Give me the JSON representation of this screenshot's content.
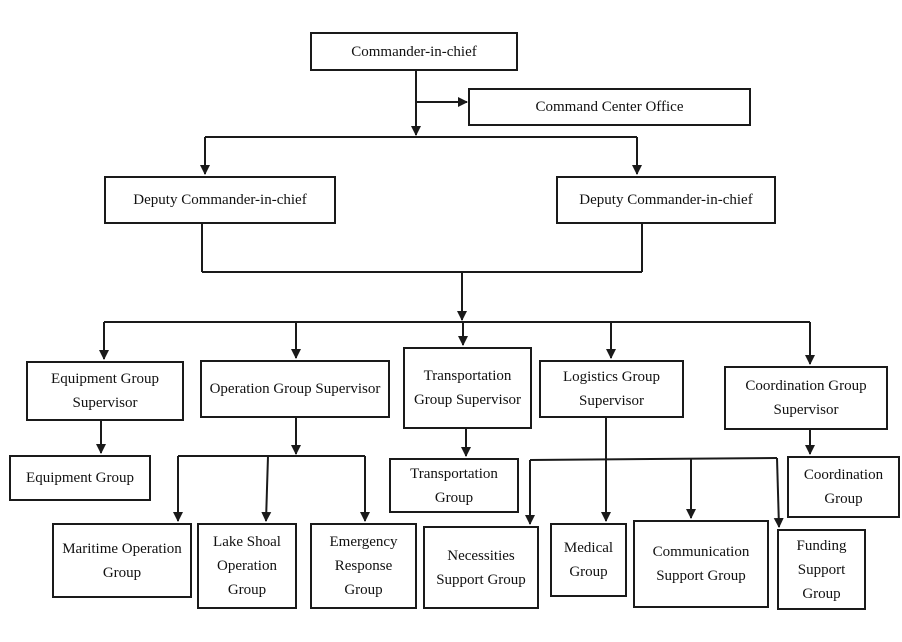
{
  "colors": {
    "line": "#1a1a1a",
    "text": "#111111",
    "background": "#ffffff"
  },
  "nodes": {
    "commander": "Commander-in-chief",
    "command_center": "Command Center Office",
    "deputy_left": "Deputy Commander-in-chief",
    "deputy_right": "Deputy Commander-in-chief",
    "equipment_supervisor": "Equipment Group Supervisor",
    "operation_supervisor": "Operation Group Supervisor",
    "transportation_supervisor": "Transportation Group Supervisor",
    "logistics_supervisor": "Logistics Group Supervisor",
    "coordination_supervisor": "Coordination Group Supervisor",
    "equipment_group": "Equipment Group",
    "maritime": "Maritime Operation Group",
    "lake_shoal": "Lake Shoal Operation Group",
    "emergency": "Emergency Response Group",
    "transportation_group": "Transportation Group",
    "necessities": "Necessities Support Group",
    "medical": "Medical Group",
    "communication": "Communication Support Group",
    "funding": "Funding Support Group",
    "coordination_group": "Coordination Group"
  }
}
